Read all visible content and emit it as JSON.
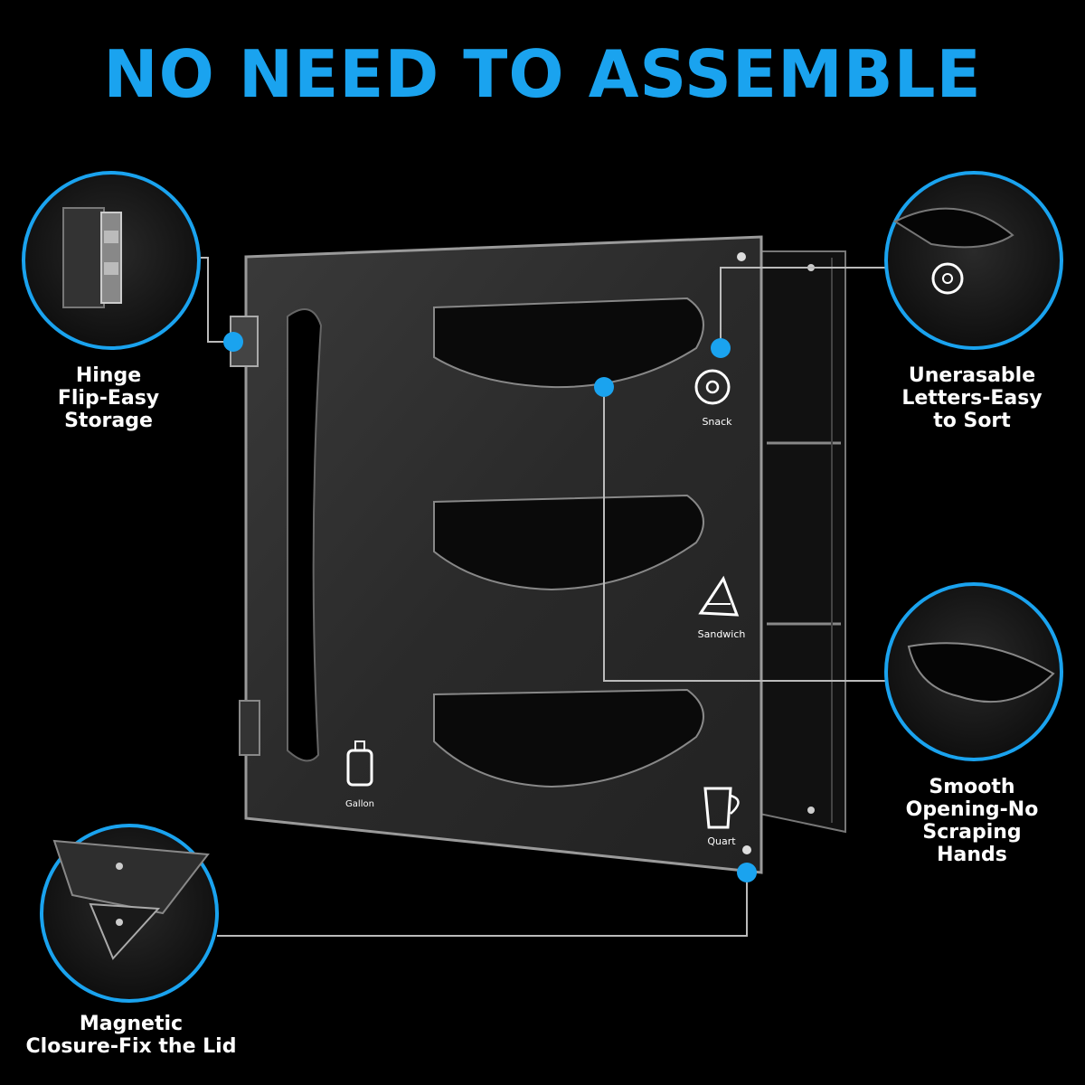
{
  "headline": "NO NEED TO ASSEMBLE",
  "callouts": {
    "hinge": [
      "Hinge",
      "Flip-Easy",
      "Storage"
    ],
    "letters": [
      "Unerasable",
      "Letters-Easy",
      "to Sort"
    ],
    "opening": [
      "Smooth",
      "Opening-No",
      "Scraping",
      "Hands"
    ],
    "magnetic": [
      "Magnetic",
      "Closure-Fix the Lid"
    ]
  },
  "slot_labels": {
    "snack": "Snack",
    "sandwich": "Sandwich",
    "gallon": "Gallon",
    "quart": "Quart"
  },
  "colors": {
    "accent": "#1aa3ef",
    "background": "#000000",
    "text": "#ffffff"
  }
}
